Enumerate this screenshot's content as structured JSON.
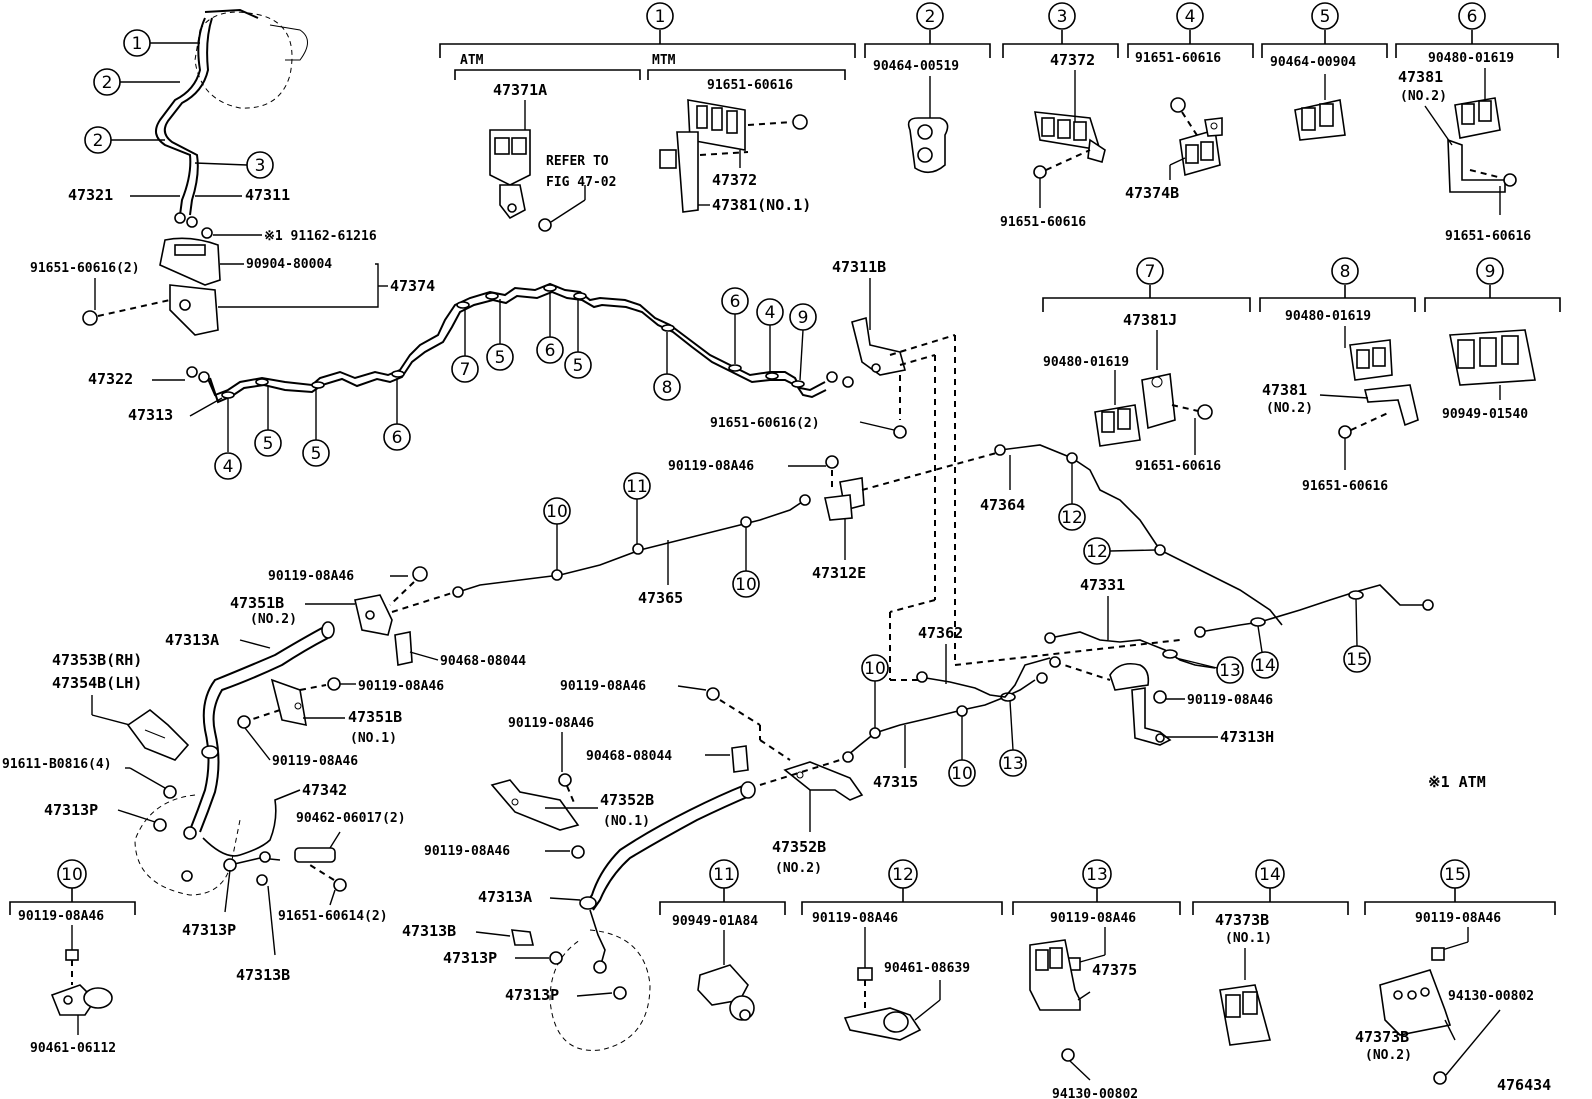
{
  "figure_code": "476434",
  "note": "※1 ATM",
  "header_groups": [
    {
      "callout": "1",
      "subs": [
        "ATM",
        "MTM"
      ],
      "parts": [
        "47371A",
        "REFER TO",
        "FIG 47-02",
        "91651-60616",
        "47372",
        "47381(NO.1)"
      ]
    },
    {
      "callout": "2",
      "parts": [
        "90464-00519"
      ]
    },
    {
      "callout": "3",
      "parts": [
        "47372",
        "91651-60616"
      ]
    },
    {
      "callout": "4",
      "parts": [
        "91651-60616",
        "47374B"
      ]
    },
    {
      "callout": "5",
      "parts": [
        "90464-00904"
      ]
    },
    {
      "callout": "6",
      "parts": [
        "90480-01619",
        "47381",
        "(NO.2)",
        "91651-60616"
      ]
    },
    {
      "callout": "7",
      "parts": [
        "47381J",
        "90480-01619",
        "91651-60616"
      ]
    },
    {
      "callout": "8",
      "parts": [
        "90480-01619",
        "47381",
        "(NO.2)",
        "91651-60616"
      ]
    },
    {
      "callout": "9",
      "parts": [
        "90949-01540"
      ]
    },
    {
      "callout": "10",
      "parts": [
        "90119-08A46",
        "90461-06112"
      ]
    },
    {
      "callout": "11",
      "parts": [
        "90949-01A84"
      ]
    },
    {
      "callout": "12",
      "parts": [
        "90119-08A46",
        "90461-08639"
      ]
    },
    {
      "callout": "13",
      "parts": [
        "90119-08A46",
        "47375",
        "94130-00802"
      ]
    },
    {
      "callout": "14",
      "parts": [
        "47373B",
        "(NO.1)"
      ]
    },
    {
      "callout": "15",
      "parts": [
        "90119-08A46",
        "94130-00802",
        "47373B",
        "(NO.2)"
      ]
    }
  ],
  "labels": {
    "l1": "47321",
    "l2": "47311",
    "l3": "※1 91162-61216",
    "l4": "91651-60616(2)",
    "l5": "90904-80004",
    "l6": "47374",
    "l7": "47322",
    "l8": "47313",
    "l9": "47311B",
    "l10": "91651-60616(2)",
    "l11": "90119-08A46",
    "l12": "47312E",
    "l13": "47364",
    "l14": "90119-08A46",
    "l15": "47351B",
    "l16": "(NO.2)",
    "l17": "47365",
    "l18": "47313A",
    "l19": "90468-08044",
    "l20": "47353B(RH)",
    "l21": "47354B(LH)",
    "l22": "90119-08A46",
    "l23": "47351B",
    "l24": "(NO.1)",
    "l25": "90119-08A46",
    "l26": "91611-B0816(4)",
    "l27": "47313P",
    "l28": "47342",
    "l29": "90462-06017(2)",
    "l30": "47313P",
    "l31": "91651-60614(2)",
    "l32": "47313B",
    "l33": "47331",
    "l34": "47362",
    "l35": "90119-08A46",
    "l36": "47313H",
    "l37": "90119-08A46",
    "l38": "90119-08A46",
    "l39": "90468-08044",
    "l40": "47352B",
    "l41": "(NO.1)",
    "l42": "90119-08A46",
    "l43": "47315",
    "l44": "47352B",
    "l45": "(NO.2)",
    "l46": "47313A",
    "l47": "47313B",
    "l48": "47313P",
    "l49": "47313P"
  },
  "callouts_on_diagram": [
    "1",
    "2",
    "2",
    "3",
    "4",
    "5",
    "5",
    "6",
    "7",
    "5",
    "6",
    "5",
    "8",
    "6",
    "4",
    "9",
    "10",
    "11",
    "10",
    "12",
    "12",
    "13",
    "14",
    "15",
    "10",
    "10",
    "13"
  ]
}
